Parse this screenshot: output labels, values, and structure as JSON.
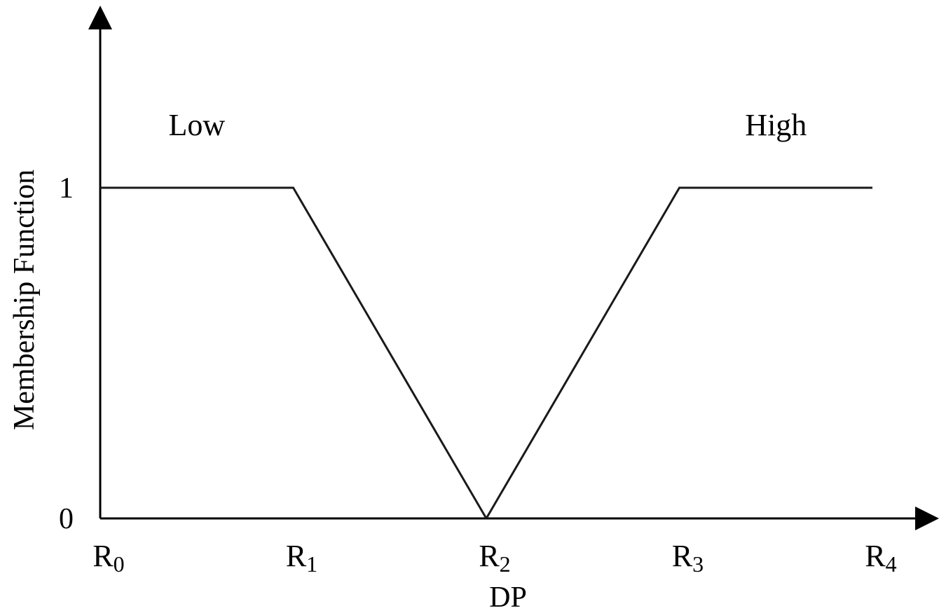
{
  "chart_data": {
    "type": "line",
    "xlabel": "DP",
    "ylabel": "Membership Function",
    "y_ticks": [
      {
        "value": 0,
        "label": "0"
      },
      {
        "value": 1,
        "label": "1"
      }
    ],
    "x_ticks": [
      {
        "value": 0,
        "base": "R",
        "sub": "0"
      },
      {
        "value": 1,
        "base": "R",
        "sub": "1"
      },
      {
        "value": 2,
        "base": "R",
        "sub": "2"
      },
      {
        "value": 3,
        "base": "R",
        "sub": "3"
      },
      {
        "value": 4,
        "base": "R",
        "sub": "4"
      }
    ],
    "xlim": [
      0,
      4
    ],
    "ylim": [
      0,
      1
    ],
    "grid": false,
    "series": [
      {
        "name": "Low",
        "points": [
          [
            0,
            1
          ],
          [
            1,
            1
          ],
          [
            2,
            0
          ]
        ]
      },
      {
        "name": "High",
        "points": [
          [
            2,
            0
          ],
          [
            3,
            1
          ],
          [
            4,
            1
          ]
        ]
      }
    ],
    "line_color": "#1a1a1a",
    "axis_color": "#000000"
  }
}
